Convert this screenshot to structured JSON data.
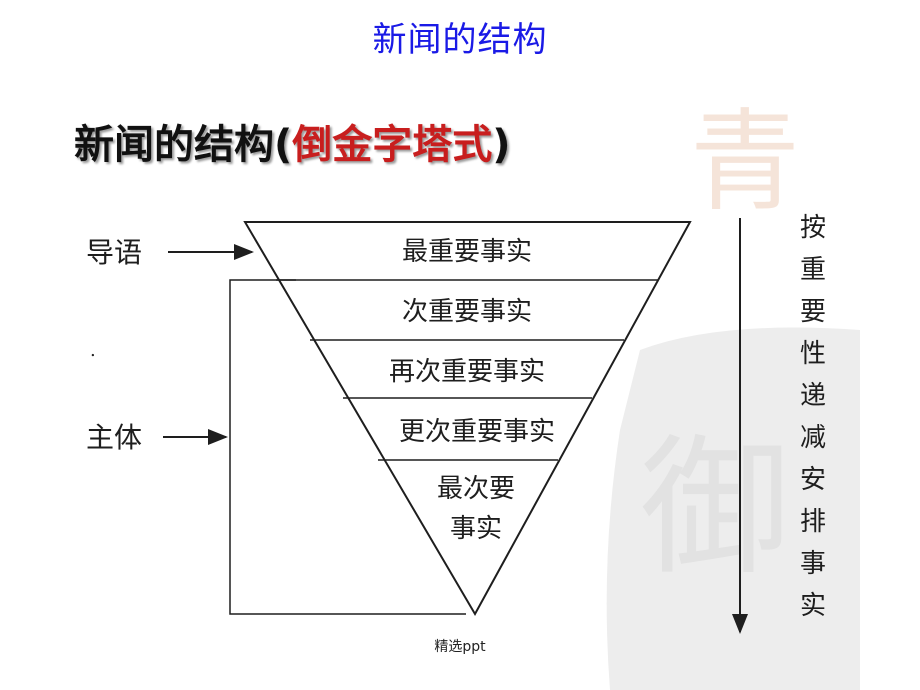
{
  "slide": {
    "title": "新闻的结构",
    "heading_prefix": "新闻的结构(",
    "heading_highlight": "倒金字塔式",
    "heading_suffix": ")",
    "footer": "精选ppt"
  },
  "diagram": {
    "left_labels": [
      "导语",
      "主体"
    ],
    "layers": [
      "最重要事实",
      "次重要事实",
      "再次重要事实",
      "更次重要事实",
      "最次要",
      "事实"
    ],
    "side_note": [
      "按",
      "重",
      "要",
      "性",
      "递",
      "减",
      "安",
      "排",
      "事",
      "实"
    ],
    "dot_label": "."
  },
  "colors": {
    "title": "#1a1ae6",
    "highlight": "#c81e1e",
    "ink": "#1e1e1e"
  }
}
